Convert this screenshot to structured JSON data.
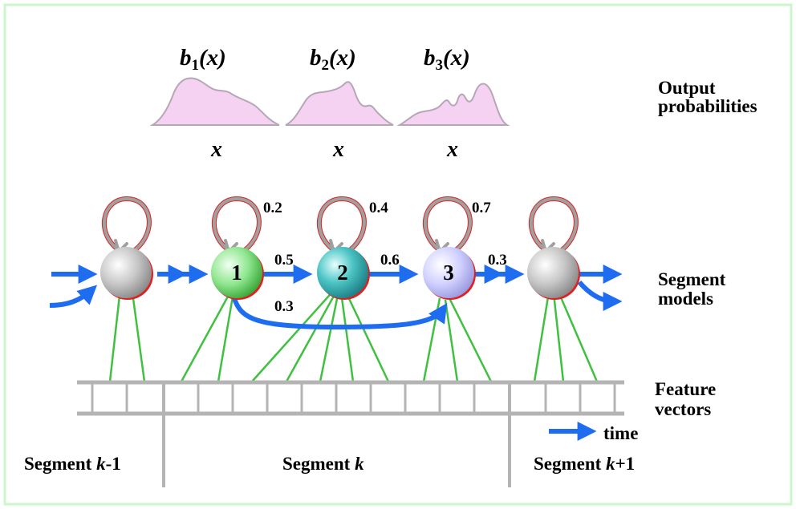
{
  "densities": [
    {
      "func": "b",
      "sub": "1",
      "arg": "(x)",
      "axis": "x"
    },
    {
      "func": "b",
      "sub": "2",
      "arg": "(x)",
      "axis": "x"
    },
    {
      "func": "b",
      "sub": "3",
      "arg": "(x)",
      "axis": "x"
    }
  ],
  "labels": {
    "output_line1": "Output",
    "output_line2": "probabilities",
    "segment_line1": "Segment",
    "segment_line2": "models",
    "feature_line1": "Feature",
    "feature_line2": "vectors",
    "time": "time"
  },
  "states": [
    "1",
    "2",
    "3"
  ],
  "transitions": {
    "self_1": "0.2",
    "self_2": "0.4",
    "self_3": "0.7",
    "t12": "0.5",
    "t23": "0.6",
    "t3out": "0.3",
    "t13": "0.3"
  },
  "segments": {
    "prev_pre": "Segment ",
    "prev_k": "k",
    "prev_post": "-1",
    "cur_pre": "Segment ",
    "cur_k": "k",
    "next_pre": "Segment ",
    "next_k": "k",
    "next_post": "+1"
  },
  "colors": {
    "border": "#ccf7cc",
    "arrow": "#1e6cf0",
    "link": "#40c040",
    "loop": "#a0a0a0",
    "loop_edge": "#e02020",
    "density_fill": "#f6d2f2",
    "density_stroke": "#b5a7b5",
    "state_gray": "#c8c8c8",
    "state_1": "#7fe07f",
    "state_2": "#3ab8b8",
    "state_3": "#c7c7ff",
    "frame": "#b4b4b4"
  }
}
